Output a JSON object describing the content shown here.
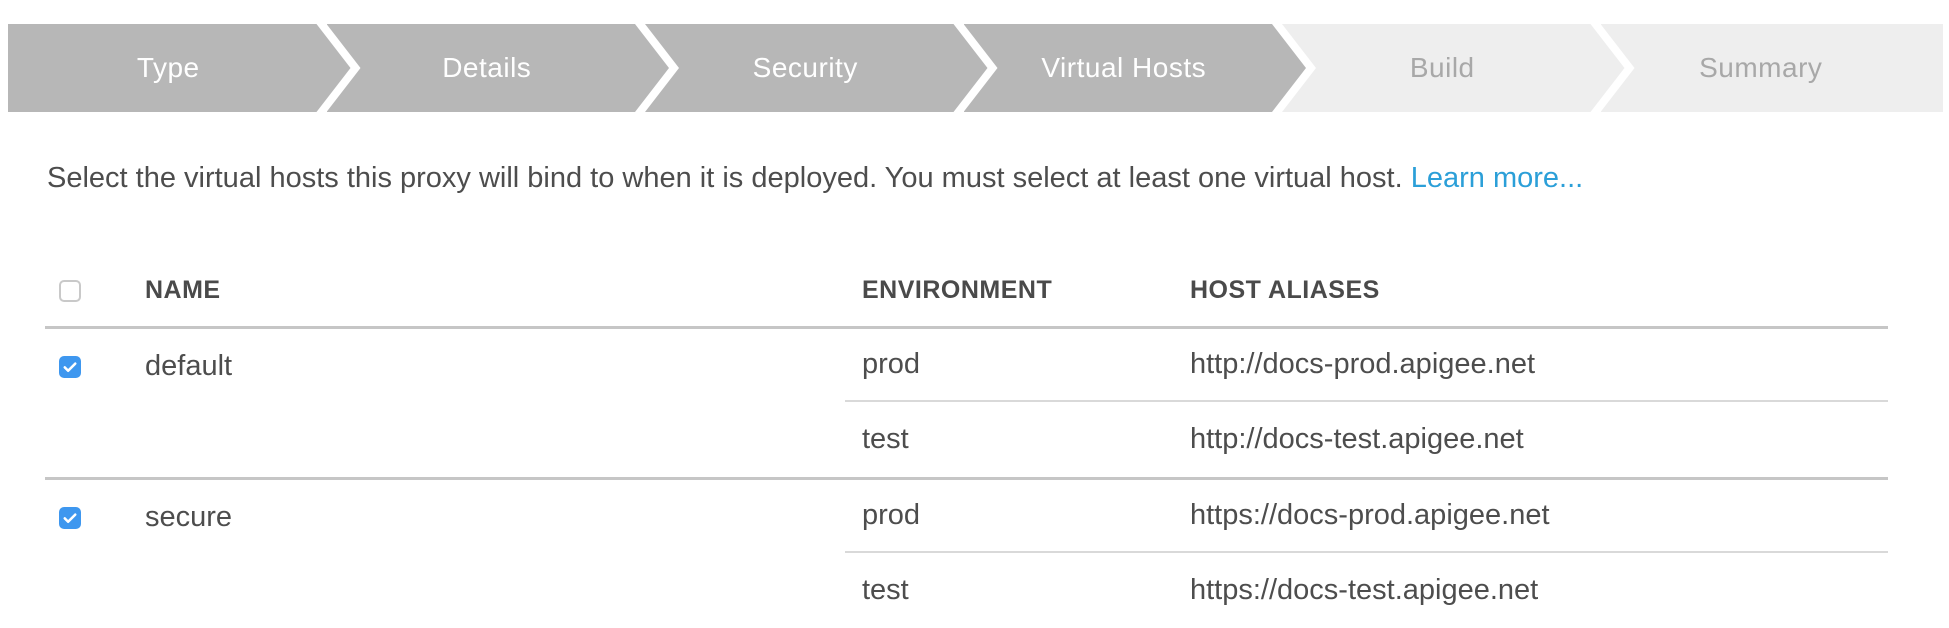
{
  "wizard_steps": [
    {
      "label": "Type",
      "state": "active"
    },
    {
      "label": "Details",
      "state": "active"
    },
    {
      "label": "Security",
      "state": "active"
    },
    {
      "label": "Virtual Hosts",
      "state": "active"
    },
    {
      "label": "Build",
      "state": "inactive"
    },
    {
      "label": "Summary",
      "state": "inactive"
    }
  ],
  "description": {
    "text": "Select the virtual hosts this proxy will bind to when it is deployed. You must select at least one virtual host. ",
    "link_label": "Learn more..."
  },
  "table": {
    "select_all_checked": false,
    "columns": [
      "NAME",
      "ENVIRONMENT",
      "HOST ALIASES"
    ],
    "rows": [
      {
        "name": "default",
        "checked": true,
        "bindings": [
          {
            "environment": "prod",
            "host_alias": "http://docs-prod.apigee.net"
          },
          {
            "environment": "test",
            "host_alias": "http://docs-test.apigee.net"
          }
        ]
      },
      {
        "name": "secure",
        "checked": true,
        "bindings": [
          {
            "environment": "prod",
            "host_alias": "https://docs-prod.apigee.net"
          },
          {
            "environment": "test",
            "host_alias": "https://docs-test.apigee.net"
          }
        ]
      }
    ]
  },
  "colors": {
    "step_active_bg": "#b7b7b7",
    "step_active_text": "#ffffff",
    "step_inactive_bg": "#eeeeee",
    "step_inactive_text": "#a8a8a8",
    "link_blue": "#2b9fd8",
    "checkbox_checked_blue": "#3e97ef",
    "divider_thick": "#c6c6c6",
    "divider_thin": "#d9d9d9",
    "body_text": "#4d4d4d"
  }
}
